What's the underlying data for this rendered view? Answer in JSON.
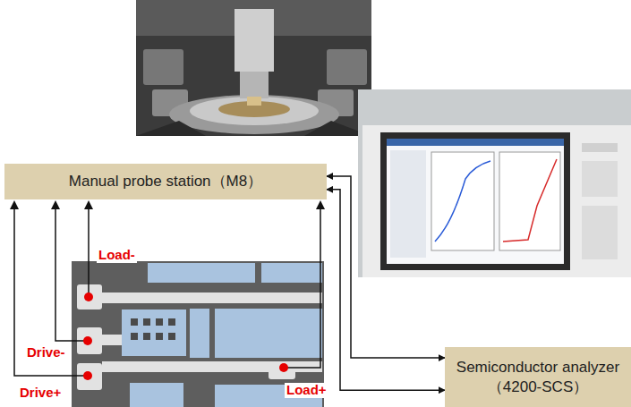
{
  "diagram": {
    "nodes": [
      {
        "text": [
          "Manual probe station（M8）"
        ]
      },
      {
        "text": [
          "Semiconductor analyzer （4200-SCS）"
        ]
      }
    ],
    "edges": [
      {
        "from": 0,
        "to": 1,
        "arrow": "both"
      },
      {
        "from": 0,
        "to": 1,
        "arrow": "both"
      }
    ],
    "labels": [
      "Load-",
      "Drive-",
      "Drive+",
      "Load+"
    ]
  }
}
